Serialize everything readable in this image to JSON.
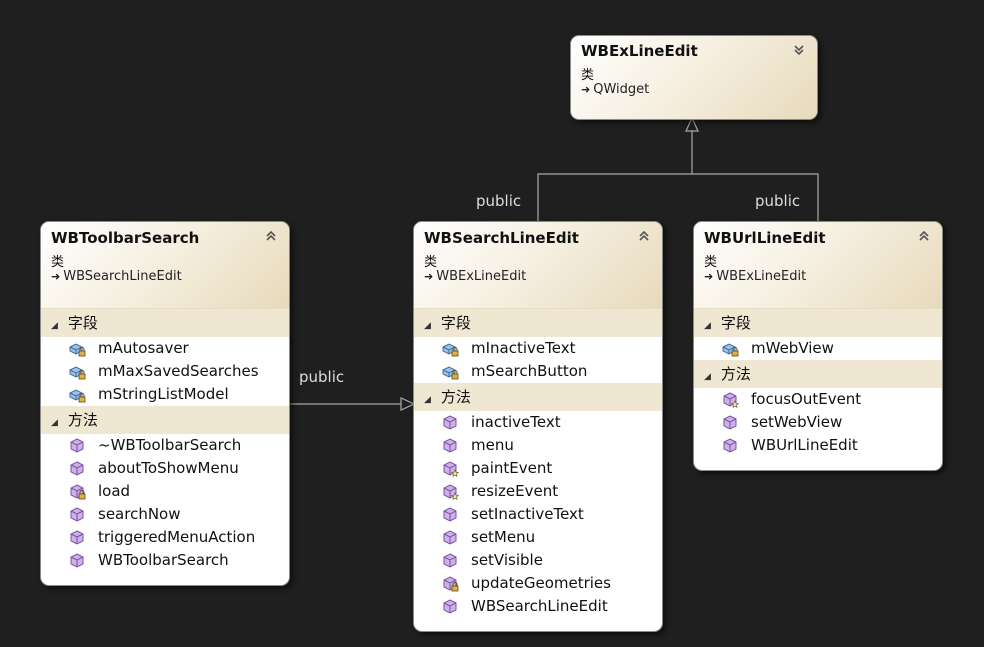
{
  "diagram": {
    "edges": [
      {
        "label": "public"
      },
      {
        "label": "public"
      },
      {
        "label": "public"
      }
    ],
    "classes": [
      {
        "name": "WBExLineEdit",
        "kind": "类",
        "base": "QWidget",
        "collapse": "expand"
      },
      {
        "name": "WBToolbarSearch",
        "kind": "类",
        "base": "WBSearchLineEdit",
        "sections": [
          {
            "title": "字段",
            "items": [
              {
                "name": "mAutosaver",
                "icon": "field-private-icon"
              },
              {
                "name": "mMaxSavedSearches",
                "icon": "field-private-icon"
              },
              {
                "name": "mStringListModel",
                "icon": "field-private-icon"
              }
            ]
          },
          {
            "title": "方法",
            "items": [
              {
                "name": "~WBToolbarSearch",
                "icon": "method-icon"
              },
              {
                "name": "aboutToShowMenu",
                "icon": "method-icon"
              },
              {
                "name": "load",
                "icon": "method-private-icon"
              },
              {
                "name": "searchNow",
                "icon": "method-icon"
              },
              {
                "name": "triggeredMenuAction",
                "icon": "method-icon"
              },
              {
                "name": "WBToolbarSearch",
                "icon": "method-icon"
              }
            ]
          }
        ]
      },
      {
        "name": "WBSearchLineEdit",
        "kind": "类",
        "base": "WBExLineEdit",
        "sections": [
          {
            "title": "字段",
            "items": [
              {
                "name": "mInactiveText",
                "icon": "field-private-icon"
              },
              {
                "name": "mSearchButton",
                "icon": "field-private-icon"
              }
            ]
          },
          {
            "title": "方法",
            "items": [
              {
                "name": "inactiveText",
                "icon": "method-icon"
              },
              {
                "name": "menu",
                "icon": "method-icon"
              },
              {
                "name": "paintEvent",
                "icon": "method-protected-icon"
              },
              {
                "name": "resizeEvent",
                "icon": "method-protected-icon"
              },
              {
                "name": "setInactiveText",
                "icon": "method-icon"
              },
              {
                "name": "setMenu",
                "icon": "method-icon"
              },
              {
                "name": "setVisible",
                "icon": "method-icon"
              },
              {
                "name": "updateGeometries",
                "icon": "method-private-icon"
              },
              {
                "name": "WBSearchLineEdit",
                "icon": "method-icon"
              }
            ]
          }
        ]
      },
      {
        "name": "WBUrlLineEdit",
        "kind": "类",
        "base": "WBExLineEdit",
        "sections": [
          {
            "title": "字段",
            "items": [
              {
                "name": "mWebView",
                "icon": "field-private-icon"
              }
            ]
          },
          {
            "title": "方法",
            "items": [
              {
                "name": "focusOutEvent",
                "icon": "method-protected-icon"
              },
              {
                "name": "setWebView",
                "icon": "method-icon"
              },
              {
                "name": "WBUrlLineEdit",
                "icon": "method-icon"
              }
            ]
          }
        ]
      }
    ]
  },
  "colors": {
    "background": "#1f1f1f",
    "wire": "#a9a9a9",
    "header_tint": "#e7dabb",
    "section_bg": "#f0e7d3",
    "icon_purple": "#8a5fb0"
  }
}
